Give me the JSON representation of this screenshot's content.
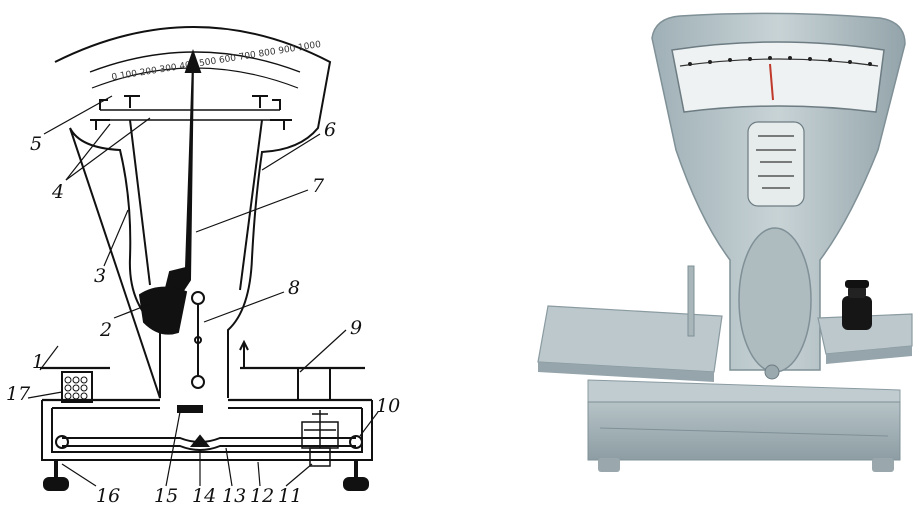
{
  "diagram": {
    "part_labels": [
      "1",
      "2",
      "3",
      "4",
      "5",
      "6",
      "7",
      "8",
      "9",
      "10",
      "11",
      "12",
      "13",
      "14",
      "15",
      "16",
      "17"
    ]
  },
  "colors": {
    "ink": "#111111",
    "scale_body": "#b9c6cb",
    "scale_shadow": "#8e9ea4",
    "scale_light": "#d5dee1"
  }
}
